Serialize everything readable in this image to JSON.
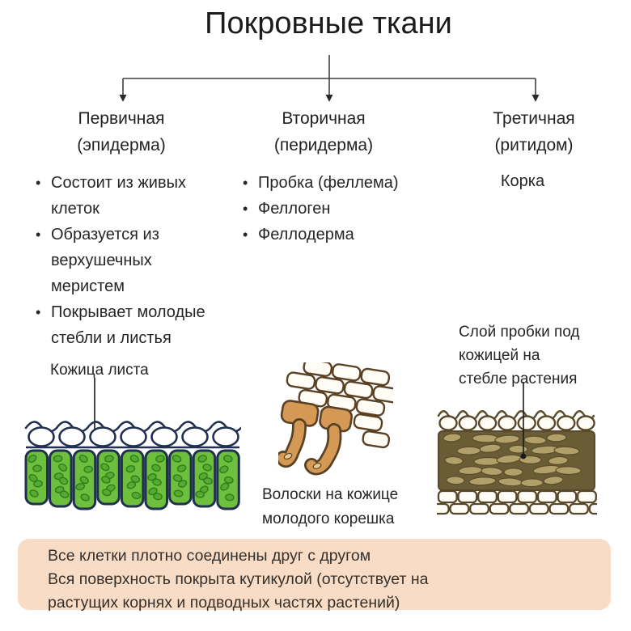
{
  "title": "Покровные ткани",
  "columns": [
    {
      "label": "Первичная",
      "sublabel": "(эпидерма)",
      "bullets": [
        [
          "Состоит из живых",
          "клеток"
        ],
        [
          "Образуется из",
          "верхушечных",
          "меристем"
        ],
        [
          "Покрывает молодые",
          "стебли и листья"
        ]
      ]
    },
    {
      "label": "Вторичная",
      "sublabel": "(перидерма)",
      "bullets": [
        [
          "Пробка (феллема)"
        ],
        [
          "Феллоген"
        ],
        [
          "Феллодерма"
        ]
      ]
    },
    {
      "label": "Третичная",
      "sublabel": "(ритидом)",
      "note": "Корка"
    }
  ],
  "captions": {
    "leaf_epidermis": "Кожица листа",
    "root_hairs": [
      "Волоски на кожице",
      "молодого корешка"
    ],
    "cork_layer": [
      "Слой пробки под",
      "кожицей на",
      "стебле растения"
    ]
  },
  "footer": {
    "lines": [
      "Все клетки плотно соединены друг с другом",
      "Вся поверхность покрыта кутикулой (отсутствует на",
      "растущих корнях и подводных частях растений)"
    ]
  },
  "colors": {
    "footer_background": "#f9dcc6",
    "connector_line": "#3f3f3f",
    "leaf_cell_green": "#6fbf3f",
    "chloroplast_green": "#54ab2f",
    "leaf_outline_navy": "#22304f",
    "root_hair_tan": "#d49a55",
    "root_outline_brown": "#5a4125",
    "cork_band_olive": "#6a5d35",
    "cork_pebble_tan": "#b2a06a",
    "cork_outline_olive": "#57492a"
  }
}
